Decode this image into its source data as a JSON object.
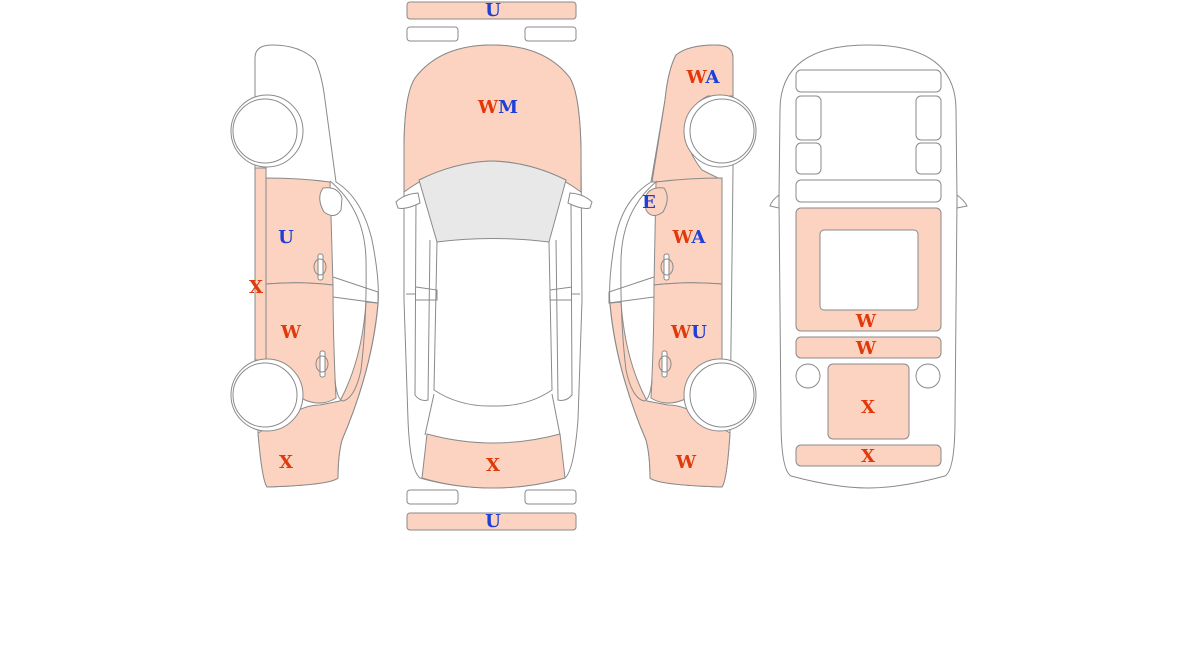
{
  "colors": {
    "damage_fill": "#fcd3c1",
    "outline": "#8a8a8a",
    "glass": "#e8e8e8",
    "code_red": "#e03a0c",
    "code_blue": "#1f3fd6"
  },
  "marks": {
    "front_bumper": [
      "U"
    ],
    "hood": [
      "W",
      "M"
    ],
    "trunk_lid": [
      "X"
    ],
    "rear_bumper": [
      "U"
    ],
    "left_front_door": [
      "U"
    ],
    "left_rocker": [
      "X"
    ],
    "left_rear_door": [
      "W"
    ],
    "left_rear_quarter": [
      "X"
    ],
    "right_front_fender": [
      "W",
      "A"
    ],
    "right_mirror": [
      "E"
    ],
    "right_front_door": [
      "W",
      "A"
    ],
    "right_rear_door": [
      "W",
      "U"
    ],
    "right_rear_quarter": [
      "W"
    ],
    "roof": [
      "W"
    ],
    "rear_crossmember": [
      "W"
    ],
    "floor_panel": [
      "X"
    ],
    "rear_panel": [
      "X"
    ]
  },
  "code_colors": {
    "W": "red",
    "X": "red",
    "U": "blue",
    "M": "blue",
    "A": "blue",
    "E": "blue"
  }
}
